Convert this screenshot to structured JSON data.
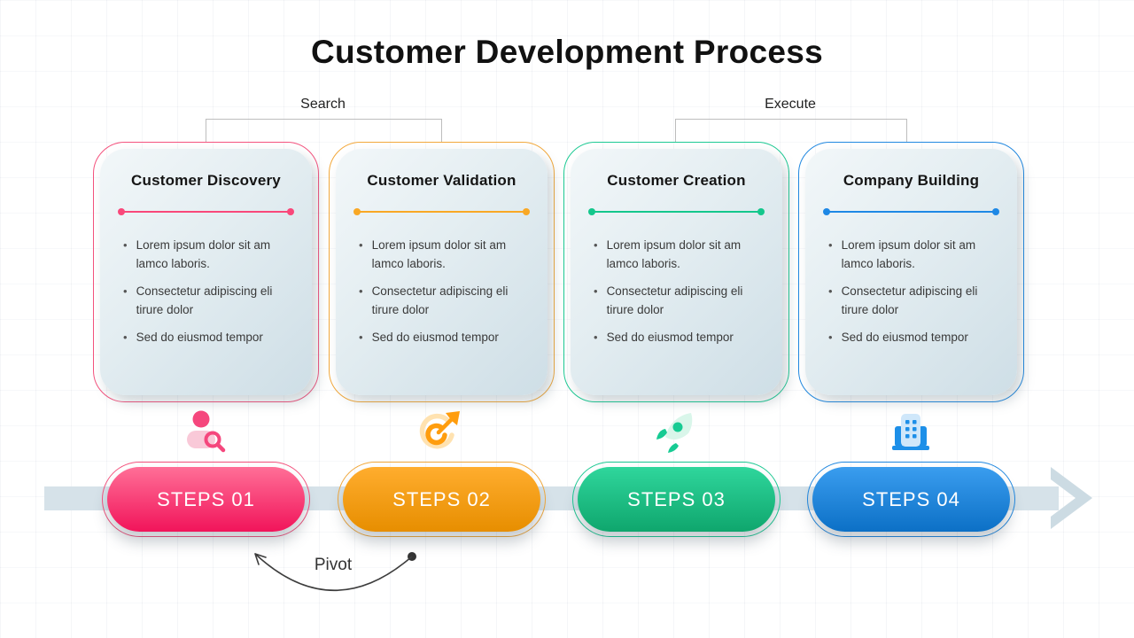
{
  "title": "Customer Development Process",
  "groups": [
    {
      "label": "Search"
    },
    {
      "label": "Execute"
    }
  ],
  "cards": [
    {
      "title": "Customer Discovery",
      "accent": "#F4537E",
      "icon": "user-search-icon",
      "bullets": [
        "Lorem ipsum dolor sit am lamco laboris.",
        "Consectetur adipiscing eli tirure dolor",
        "Sed do eiusmod tempor"
      ]
    },
    {
      "title": "Customer Validation",
      "accent": "#F2A83B",
      "icon": "target-dart-icon",
      "bullets": [
        "Lorem ipsum dolor sit am lamco laboris.",
        "Consectetur adipiscing eli tirure dolor",
        "Sed do eiusmod tempor"
      ]
    },
    {
      "title": "Customer Creation",
      "accent": "#1DC993",
      "icon": "rocket-icon",
      "bullets": [
        "Lorem ipsum dolor sit am lamco laboris.",
        "Consectetur adipiscing eli tirure dolor",
        "Sed do eiusmod tempor"
      ]
    },
    {
      "title": "Company Building",
      "accent": "#2188E0",
      "icon": "building-icon",
      "bullets": [
        "Lorem ipsum dolor sit am lamco laboris.",
        "Consectetur adipiscing eli tirure dolor",
        "Sed do eiusmod tempor"
      ]
    }
  ],
  "steps": [
    {
      "label": "STEPS 01",
      "color": "#F1145A"
    },
    {
      "label": "STEPS 02",
      "color": "#E78E00"
    },
    {
      "label": "STEPS 03",
      "color": "#0FA66D"
    },
    {
      "label": "STEPS 04",
      "color": "#0C70C6"
    }
  ],
  "pivot": {
    "label": "Pivot"
  },
  "band_color": "#D6E2E9"
}
